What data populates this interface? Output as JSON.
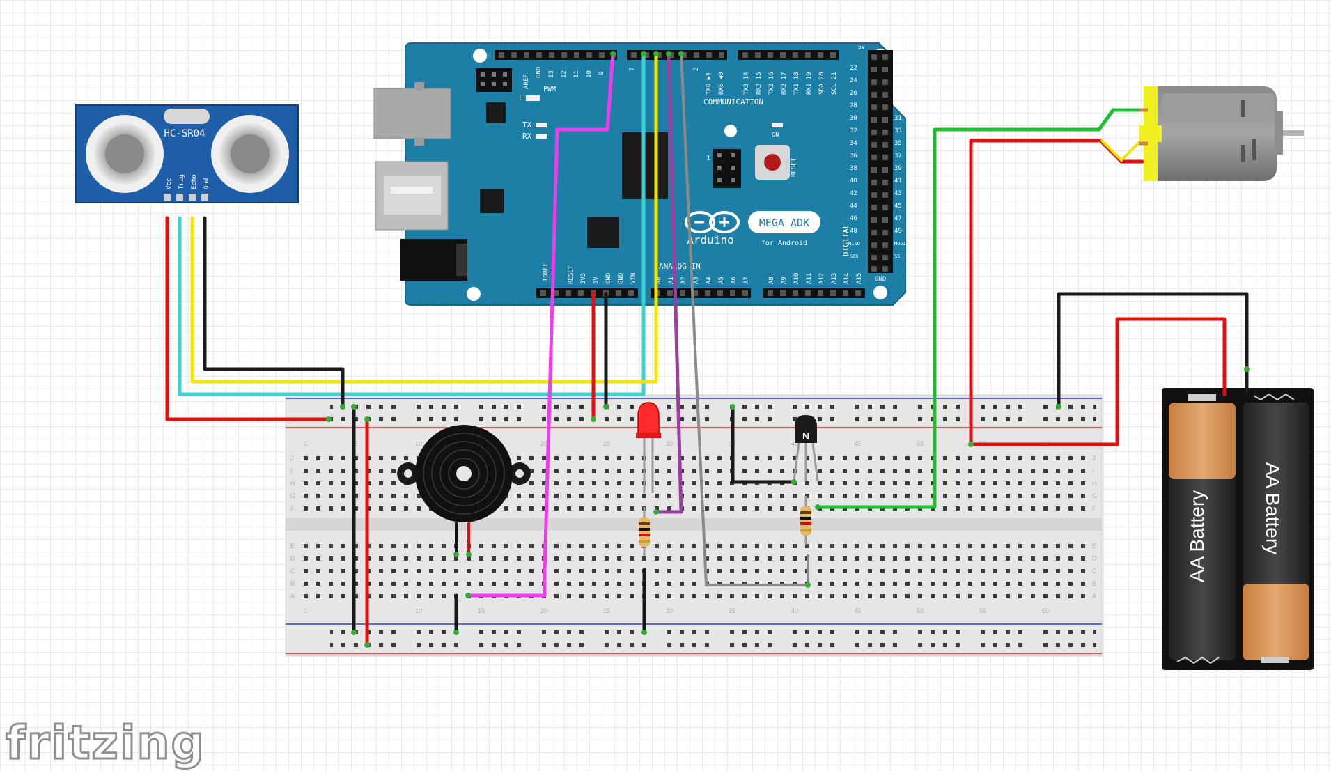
{
  "colors": {
    "arduino_board": "#1d7fa6",
    "breadboard": "#e8e8e8",
    "wire_red": "#e01010",
    "wire_black": "#1a1a1a",
    "wire_yellow": "#f1e600",
    "wire_cyan": "#37d2d2",
    "wire_magenta": "#ee3cee",
    "wire_purple": "#9b3f9f",
    "wire_gray": "#8a8a8a",
    "wire_green": "#1dbf2f",
    "motor_yellow": "#f0f020",
    "battery_tan": "#d9955a"
  },
  "components": {
    "ultrasonic": {
      "label": "HC-SR04",
      "pins": [
        "Vcc",
        "Trig",
        "Echo",
        "Gnd"
      ]
    },
    "arduino": {
      "logo_text": "Arduino",
      "model": "MEGA ADK",
      "sub": "for Android",
      "header_top_left": [
        "AREF",
        "GND",
        "13",
        "12",
        "11",
        "10",
        "9",
        "8"
      ],
      "header_top_mid": [
        "7",
        "6",
        "5",
        "4",
        "3",
        "2",
        "TX0 ▶1",
        "RX0 ◀0"
      ],
      "header_top_right": [
        "TX3 14",
        "RX3 15",
        "TX2 16",
        "RX2 17",
        "TX1 18",
        "RX1 19",
        "SDA 20",
        "SCL 21"
      ],
      "pwm": "PWM",
      "communication": "COMMUNICATION",
      "led_l": "L",
      "led_tx": "TX",
      "led_rx": "RX",
      "on": "ON",
      "reset": "RESET",
      "icsp_num": "1",
      "power_pins": [
        "IOREF",
        "RESET",
        "3V3",
        "5V",
        "GND",
        "GND",
        "VIN"
      ],
      "analog_in": "ANALOG IN",
      "analog_pins": [
        "A0",
        "A1",
        "A2",
        "A3",
        "A4",
        "A5",
        "A6",
        "A7",
        "A8",
        "A9",
        "A10",
        "A11",
        "A12",
        "A13",
        "A14",
        "A15"
      ],
      "digital": "DIGITAL",
      "digital_left": [
        "22",
        "24",
        "26",
        "28",
        "30",
        "32",
        "34",
        "36",
        "38",
        "40",
        "42",
        "44",
        "46",
        "48",
        "MISO",
        "SCK"
      ],
      "digital_right": [
        "31",
        "33",
        "35",
        "37",
        "39",
        "41",
        "43",
        "45",
        "47",
        "49",
        "MOSI",
        "SS"
      ],
      "five_v": "5V",
      "gnd": "GND"
    },
    "transistor_label": "N",
    "battery": {
      "labels": [
        "AA Battery",
        "AA Battery"
      ]
    }
  },
  "breadboard": {
    "row_letters_top": [
      "J",
      "I",
      "H",
      "G",
      "F"
    ],
    "row_letters_bottom": [
      "E",
      "D",
      "C",
      "B",
      "A"
    ],
    "column_numbers": [
      "1",
      "5",
      "10",
      "15",
      "20",
      "25",
      "30",
      "35",
      "40",
      "45",
      "50",
      "55",
      "60"
    ]
  },
  "watermark": "fritzing"
}
